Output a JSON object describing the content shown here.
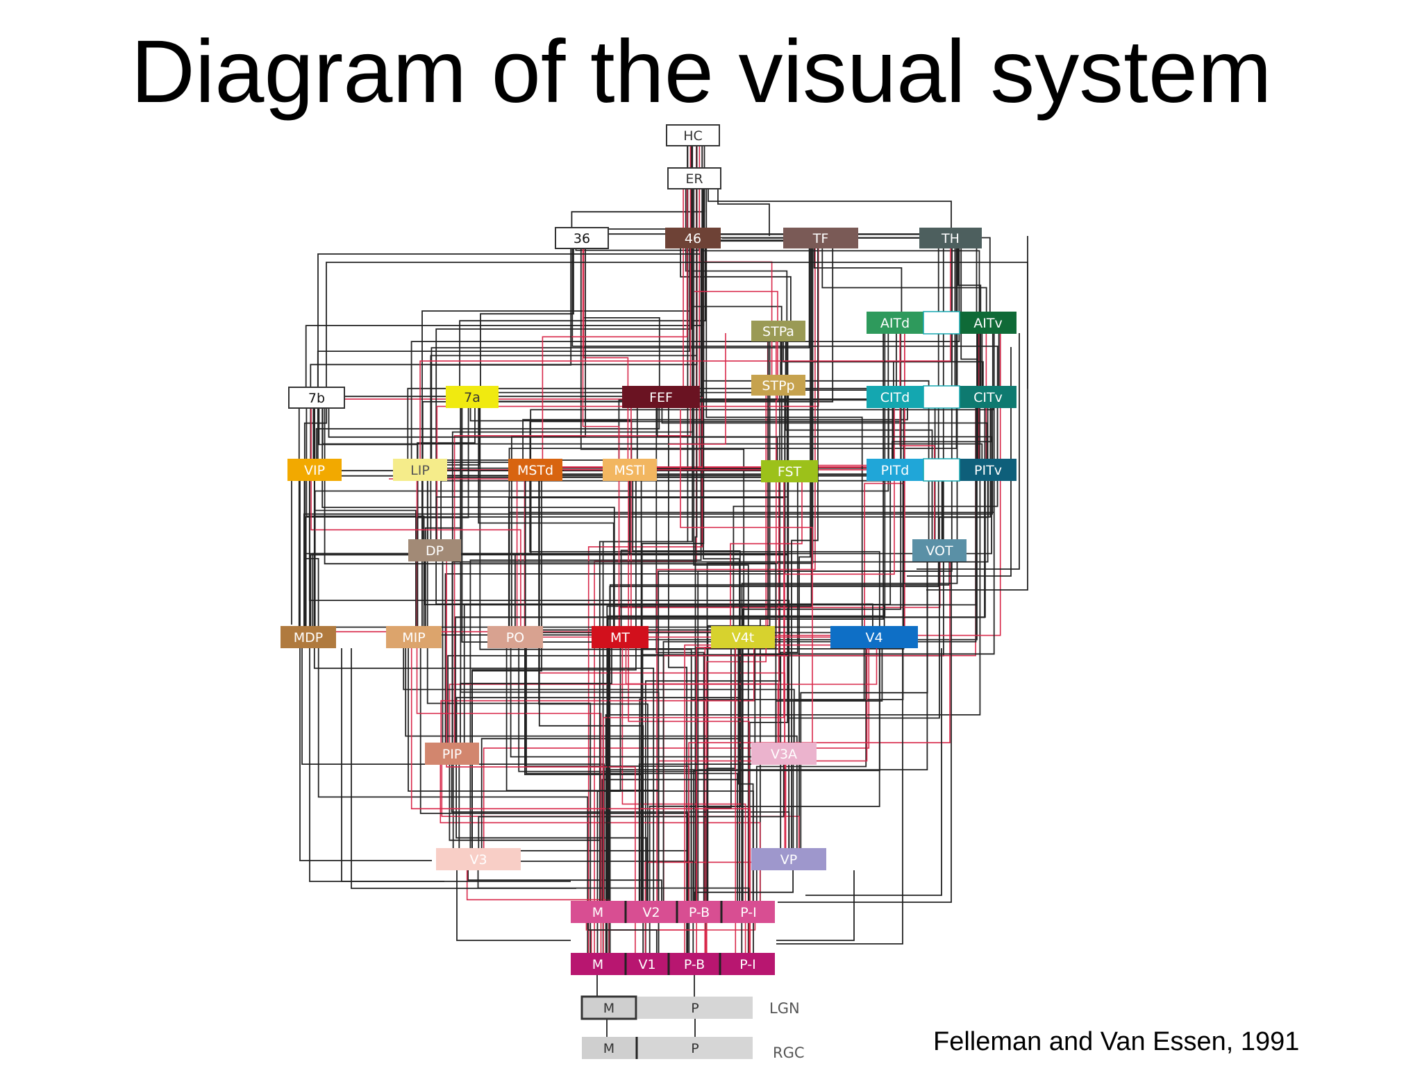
{
  "title": "Diagram of the visual system",
  "citation": "Felleman and Van Essen, 1991",
  "areas": [
    {
      "id": "hc",
      "label": "HC",
      "color": "#ffffff",
      "text": "#333333"
    },
    {
      "id": "er",
      "label": "ER",
      "color": "#ffffff",
      "text": "#333333"
    },
    {
      "id": "a36",
      "label": "36",
      "color": "#ffffff",
      "text": "#111111"
    },
    {
      "id": "a46",
      "label": "46",
      "color": "#6e4236",
      "text": "#ffffff"
    },
    {
      "id": "tf",
      "label": "TF",
      "color": "#7a5a56",
      "text": "#ffffff"
    },
    {
      "id": "th",
      "label": "TH",
      "color": "#4d5f5e",
      "text": "#ffffff"
    },
    {
      "id": "stpa",
      "label": "STPa",
      "color": "#9a9a55",
      "text": "#ffffff"
    },
    {
      "id": "aitd",
      "label": "AITd",
      "color": "#2e9a5c",
      "text": "#ffffff"
    },
    {
      "id": "aitv",
      "label": "AITv",
      "color": "#0f6a37",
      "text": "#ffffff"
    },
    {
      "id": "a7b",
      "label": "7b",
      "color": "#ffffff",
      "text": "#111111"
    },
    {
      "id": "a7a",
      "label": "7a",
      "color": "#f0ea10",
      "text": "#333333"
    },
    {
      "id": "fef",
      "label": "FEF",
      "color": "#6a1322",
      "text": "#ffffff"
    },
    {
      "id": "stpp",
      "label": "STPp",
      "color": "#c6a24e",
      "text": "#ffffff"
    },
    {
      "id": "citd",
      "label": "CITd",
      "color": "#14a7b0",
      "text": "#ffffff"
    },
    {
      "id": "citv",
      "label": "CITv",
      "color": "#0e7a70",
      "text": "#ffffff"
    },
    {
      "id": "vip",
      "label": "VIP",
      "color": "#f2a900",
      "text": "#ffffff"
    },
    {
      "id": "lip",
      "label": "LIP",
      "color": "#f5ec8a",
      "text": "#555555"
    },
    {
      "id": "mstd",
      "label": "MSTd",
      "color": "#d86410",
      "text": "#ffffff"
    },
    {
      "id": "mstl",
      "label": "MSTl",
      "color": "#f2b660",
      "text": "#ffffff"
    },
    {
      "id": "fst",
      "label": "FST",
      "color": "#9cc11a",
      "text": "#ffffff"
    },
    {
      "id": "pitd",
      "label": "PITd",
      "color": "#20a6d8",
      "text": "#ffffff"
    },
    {
      "id": "pitv",
      "label": "PITv",
      "color": "#0e5f7a",
      "text": "#ffffff"
    },
    {
      "id": "dp",
      "label": "DP",
      "color": "#a28a76",
      "text": "#ffffff"
    },
    {
      "id": "vot",
      "label": "VOT",
      "color": "#5a90a6",
      "text": "#ffffff"
    },
    {
      "id": "mdp",
      "label": "MDP",
      "color": "#b07a3e",
      "text": "#ffffff"
    },
    {
      "id": "mip",
      "label": "MIP",
      "color": "#dca46c",
      "text": "#ffffff"
    },
    {
      "id": "po",
      "label": "PO",
      "color": "#d8a290",
      "text": "#ffffff"
    },
    {
      "id": "mt",
      "label": "MT",
      "color": "#d2101c",
      "text": "#ffffff"
    },
    {
      "id": "v4t",
      "label": "V4t",
      "color": "#d7d22e",
      "text": "#ffffff"
    },
    {
      "id": "v4",
      "label": "V4",
      "color": "#0e6fc6",
      "text": "#ffffff"
    },
    {
      "id": "pip",
      "label": "PIP",
      "color": "#d2866e",
      "text": "#ffffff"
    },
    {
      "id": "v3a",
      "label": "V3A",
      "color": "#ebb3cd",
      "text": "#ffffff"
    },
    {
      "id": "v3",
      "label": "V3",
      "color": "#f8cec6",
      "text": "#ffffff"
    },
    {
      "id": "vp",
      "label": "VP",
      "color": "#9e97cc",
      "text": "#ffffff"
    },
    {
      "id": "v2m",
      "label": "M",
      "color": "#d84e92",
      "text": "#ffffff"
    },
    {
      "id": "v2",
      "label": "V2",
      "color": "#d84e92",
      "text": "#ffffff"
    },
    {
      "id": "v2pb",
      "label": "P-B",
      "color": "#d84e92",
      "text": "#ffffff"
    },
    {
      "id": "v2pi",
      "label": "P-I",
      "color": "#d84e92",
      "text": "#ffffff"
    },
    {
      "id": "v1m",
      "label": "M",
      "color": "#b81670",
      "text": "#ffffff"
    },
    {
      "id": "v1",
      "label": "V1",
      "color": "#b81670",
      "text": "#ffffff"
    },
    {
      "id": "v1pb",
      "label": "P-B",
      "color": "#b81670",
      "text": "#ffffff"
    },
    {
      "id": "v1pi",
      "label": "P-I",
      "color": "#b81670",
      "text": "#ffffff"
    },
    {
      "id": "lgnm",
      "label": "M",
      "color": "#cfcfcf",
      "text": "#333333"
    },
    {
      "id": "lgnp",
      "label": "P",
      "color": "#d6d6d6",
      "text": "#333333"
    },
    {
      "id": "rgcm",
      "label": "M",
      "color": "#cfcfcf",
      "text": "#333333"
    },
    {
      "id": "rgcp",
      "label": "P",
      "color": "#d6d6d6",
      "text": "#333333"
    }
  ],
  "side_labels": {
    "lgn": "LGN",
    "rgc": "RGC"
  },
  "colors": {
    "connection": "#222222",
    "connection_red": "#d8284a"
  }
}
